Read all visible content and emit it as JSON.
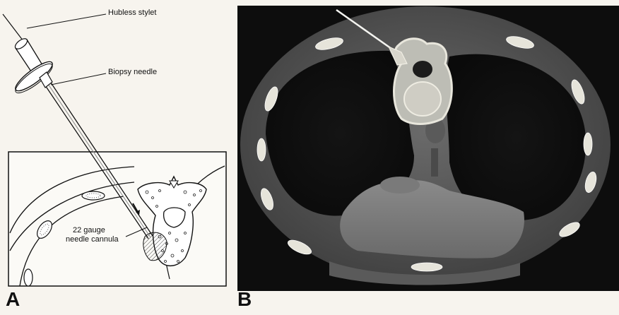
{
  "figure": {
    "panel_a": {
      "letter": "A",
      "labels": {
        "stylet": "Hubless stylet",
        "needle": "Biopsy needle",
        "cannula_line1": "22 gauge",
        "cannula_line2": "needle cannula"
      }
    },
    "panel_b": {
      "letter": "B"
    }
  }
}
